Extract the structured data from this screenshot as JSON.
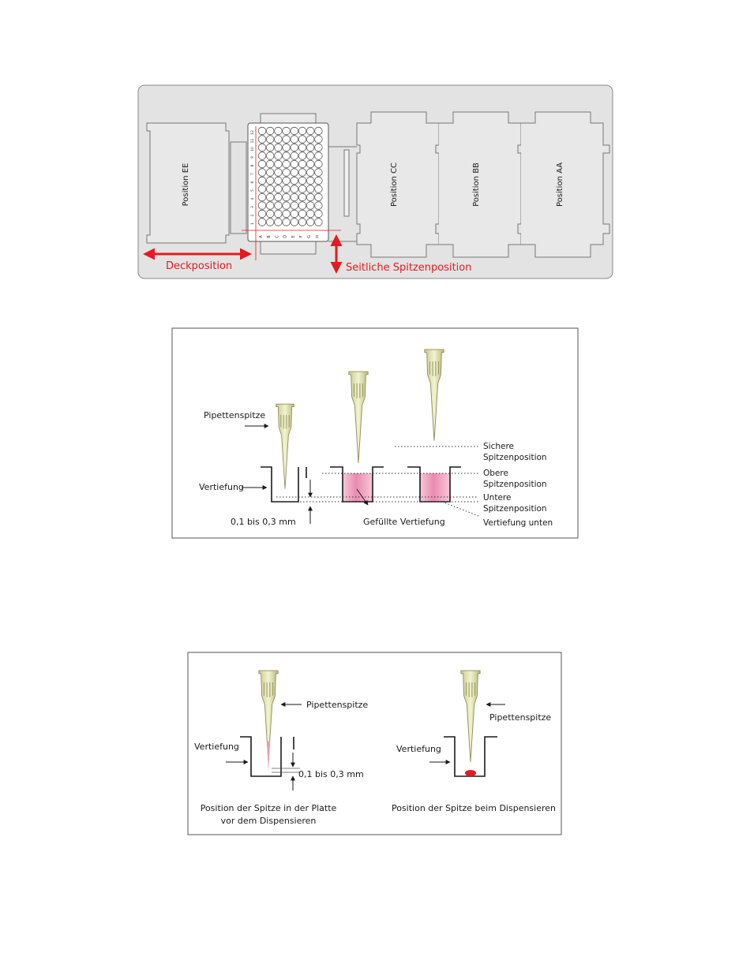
{
  "deck": {
    "positions": [
      "Position EE",
      "Position CC",
      "Position BB",
      "Position AA"
    ],
    "deck_position_label": "Deckposition",
    "side_tip_position_label": "Seitliche Spitzenposition",
    "plate_row_letters": [
      "A",
      "B",
      "C",
      "D",
      "E",
      "F",
      "G",
      "H"
    ],
    "plate_col_numbers": [
      "1",
      "2",
      "3",
      "4",
      "5",
      "6",
      "7",
      "8",
      "9",
      "10",
      "11",
      "12"
    ],
    "accent_color": "#e31b23"
  },
  "tip_positions": {
    "pipette_tip_label": "Pipettenspitze",
    "well_label": "Vertiefung",
    "gap_label": "0,1 bis 0,3 mm",
    "filled_well_label": "Gefüllte Vertiefung",
    "safe_label": [
      "Sichere",
      "Spitzenposition"
    ],
    "upper_label": [
      "Obere",
      "Spitzenposition"
    ],
    "lower_label": [
      "Untere",
      "Spitzenposition"
    ],
    "bottom_label": "Vertiefung unten"
  },
  "dispense": {
    "left_tip_label": "Pipettenspitze",
    "left_well_label": "Vertiefung",
    "left_gap_label": "0,1 bis 0,3 mm",
    "left_caption": [
      "Position der Spitze in der Platte",
      "vor dem Dispensieren"
    ],
    "right_tip_label": "Pipettenspitze",
    "right_well_label": "Vertiefung",
    "right_caption": "Position der Spitze beim Dispensieren"
  }
}
